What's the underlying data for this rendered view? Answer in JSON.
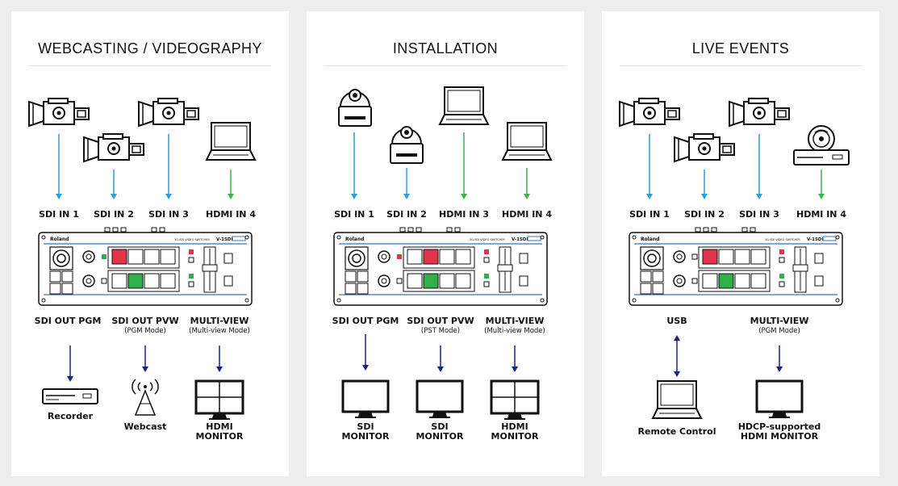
{
  "colors": {
    "blue": "#2aa0d8",
    "green": "#3cb34a",
    "navy": "#1a237e",
    "red": "#e2354a",
    "switchGreen": "#2fb04a",
    "rail": "#3a6fc1"
  },
  "panels": [
    {
      "title": "WEBCASTING / VIDEOGRAPHY",
      "inputs": [
        {
          "device": "camcorder-icon",
          "label": "SDI IN 1",
          "type": "sdi"
        },
        {
          "device": "camcorder-icon",
          "label": "SDI IN 2",
          "type": "sdi"
        },
        {
          "device": "camcorder-icon",
          "label": "SDI IN 3",
          "type": "sdi"
        },
        {
          "device": "laptop-icon",
          "label": "HDMI IN 4",
          "type": "hdmi"
        }
      ],
      "outputs": [
        {
          "label": "SDI OUT PGM",
          "sub": "",
          "device": "recorder-icon",
          "device_label": "Recorder"
        },
        {
          "label": "SDI OUT PVW",
          "sub": "(PGM Mode)",
          "device": "webcast-icon",
          "device_label": "Webcast"
        },
        {
          "label": "MULTI-VIEW",
          "sub": "(Multi-view Mode)",
          "device": "multiview-monitor-icon",
          "device_label": "HDMI MONITOR"
        }
      ]
    },
    {
      "title": "INSTALLATION",
      "inputs": [
        {
          "device": "ptz-camera-icon",
          "label": "SDI IN 1",
          "type": "sdi"
        },
        {
          "device": "ptz-camera-icon",
          "label": "SDI IN 2",
          "type": "sdi"
        },
        {
          "device": "laptop-icon",
          "label": "HDMI IN 3",
          "type": "hdmi"
        },
        {
          "device": "laptop-icon",
          "label": "HDMI IN 4",
          "type": "hdmi"
        }
      ],
      "outputs": [
        {
          "label": "SDI OUT PGM",
          "sub": "",
          "device": "monitor-icon",
          "device_label": "SDI MONITOR"
        },
        {
          "label": "SDI OUT PVW",
          "sub": "(PST Mode)",
          "device": "monitor-icon",
          "device_label": "SDI MONITOR"
        },
        {
          "label": "MULTI-VIEW",
          "sub": "(Multi-view Mode)",
          "device": "multiview-monitor-icon",
          "device_label": "HDMI MONITOR"
        }
      ]
    },
    {
      "title": "LIVE EVENTS",
      "inputs": [
        {
          "device": "camcorder-icon",
          "label": "SDI IN 1",
          "type": "sdi"
        },
        {
          "device": "camcorder-icon",
          "label": "SDI IN 2",
          "type": "sdi"
        },
        {
          "device": "camcorder-icon",
          "label": "SDI IN 3",
          "type": "sdi"
        },
        {
          "device": "bluray-player-icon",
          "label": "HDMI IN 4",
          "type": "hdmi"
        }
      ],
      "outputs": [
        {
          "label": "USB",
          "sub": "",
          "device": "laptop-icon",
          "device_label": "Remote Control"
        },
        {
          "label": "MULTI-VIEW",
          "sub": "(PGM Mode)",
          "device": "monitor-icon",
          "device_label": "HDCP-supported HDMI MONITOR"
        }
      ]
    }
  ],
  "switcher": {
    "brand": "Roland",
    "model": "V-1SDI",
    "subtitle": "3G-SDI VIDEO SWITCHER"
  }
}
